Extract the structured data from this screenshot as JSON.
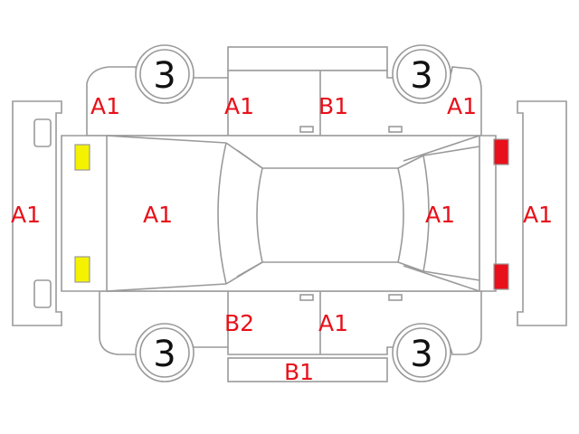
{
  "tires": {
    "front_left": "3",
    "rear_left": "3",
    "front_right": "3",
    "rear_right": "3"
  },
  "labels": {
    "front_bumper": "A1",
    "rear_bumper": "A1",
    "hood": "A1",
    "trunk": "A1",
    "left_front_fender": "A1",
    "left_front_door": "A1",
    "left_rear_door": "B1",
    "left_rear_fender": "A1",
    "right_front_fender_pillar": "B2",
    "right_rear_door": "A1",
    "right_rocker": "B1"
  },
  "colors": {
    "outline": "#9a9a9a",
    "label": "#e8101a",
    "tire_number": "#111111",
    "headlight": "#f5f200",
    "taillight": "#e8101a"
  }
}
